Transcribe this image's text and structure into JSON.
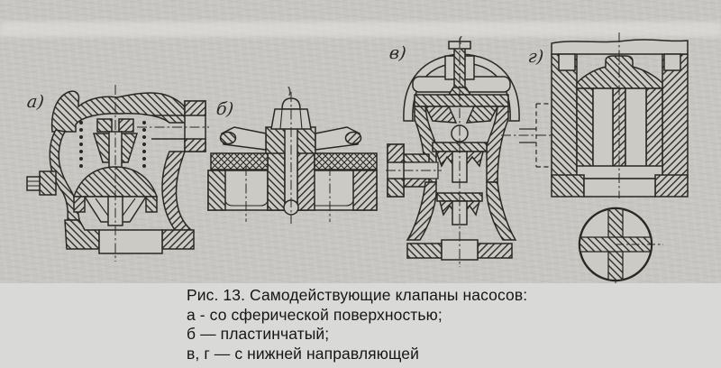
{
  "colors": {
    "paper": "#c8c7c3",
    "drawing_fill": "#cbcac5",
    "ink": "#2a2823",
    "caption_background": "#d9d9d7",
    "caption_text": "#161616"
  },
  "labels": {
    "a": "а)",
    "b": "б)",
    "v": "в)",
    "g": "г)"
  },
  "caption": {
    "title": "Рис. 13. Самодействующие клапаны насосов:",
    "items": [
      "а - со сферической поверхностью;",
      "б — пластинчатый;",
      "в, г — с нижней направляющей"
    ]
  }
}
